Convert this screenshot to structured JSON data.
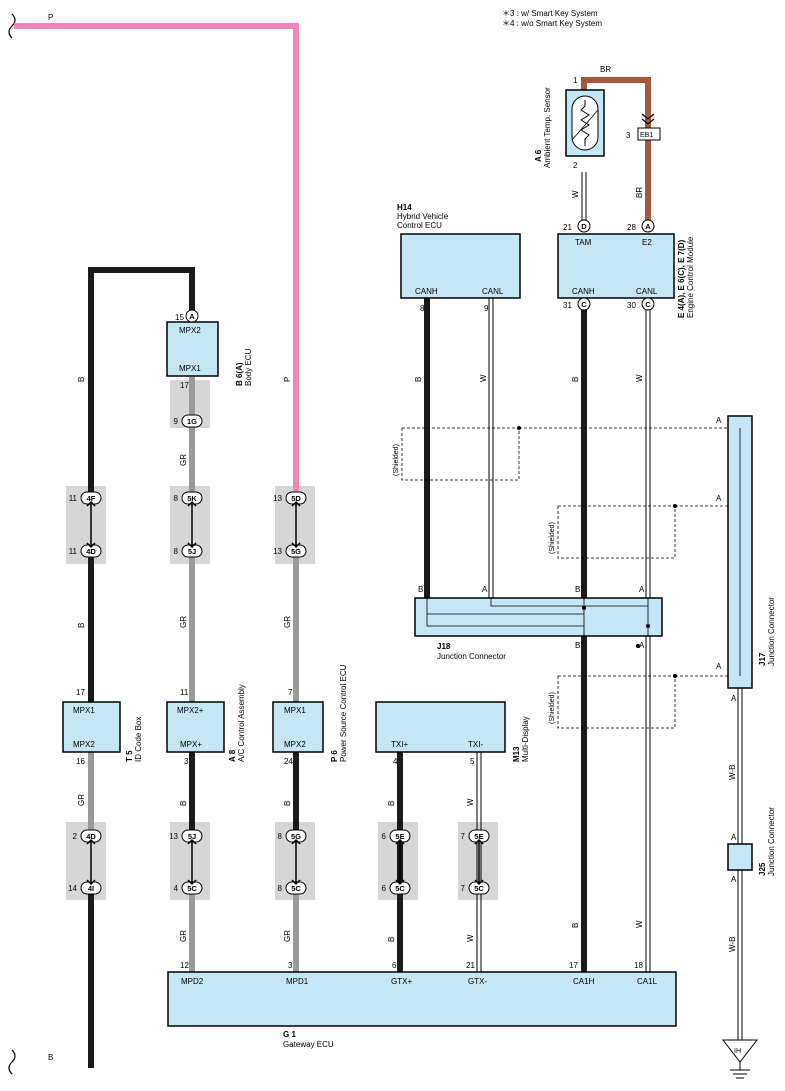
{
  "notes": {
    "note1": "＊3 : w/ Smart Key System",
    "note2": "＊4 : w/o Smart Key System"
  },
  "wire_labels": {
    "p_top": "P",
    "p_mid": "P",
    "b": "B",
    "gr": "GR",
    "w": "W",
    "br": "BR",
    "wb": "W-B",
    "shielded": "(Shielded)"
  },
  "components": {
    "a6": {
      "code": "A 6",
      "name": "Ambient Temp. Sensor",
      "pin1": "1",
      "pin2": "2"
    },
    "eb1": {
      "label": "EB1",
      "pin": "3"
    },
    "h14": {
      "code": "H14",
      "name1": "Hybrid Vehicle",
      "name2": "Control ECU",
      "canh": "CANH",
      "canl": "CANL",
      "pin_canh": "8",
      "pin_canl": "9"
    },
    "e4": {
      "code": "E 4(A), E 6(C), E 7(D)",
      "name": "Engine Control Module",
      "tam": "TAM",
      "e2": "E2",
      "canh": "CANH",
      "canl": "CANL",
      "pin_tam": "21",
      "pin_e2": "28",
      "pin_canh": "31",
      "pin_canl": "30",
      "conn_d": "D",
      "conn_a": "A",
      "conn_c": "C"
    },
    "b6": {
      "code": "B 6(A)",
      "name": "Body ECU",
      "mpx2": "MPX2",
      "mpx1": "MPX1",
      "pin_top": "15",
      "pin_bot": "17",
      "conn": "A"
    },
    "t5": {
      "code": "T 5",
      "name": "ID Code Box",
      "mpx1": "MPX1",
      "mpx2": "MPX2",
      "pin_top": "17",
      "pin_bot": "16"
    },
    "a8": {
      "code": "A 8",
      "name": "A/C Control Assembly",
      "top": "MPX2+",
      "bot": "MPX+",
      "pin_top": "11",
      "pin_bot": "3"
    },
    "p6": {
      "code": "P 6",
      "name": "Power Source Control ECU",
      "mpx1": "MPX1",
      "mpx2": "MPX2",
      "pin_top": "7",
      "pin_bot": "24"
    },
    "m13": {
      "code": "M13",
      "name": "Multi-Display",
      "txip": "TXI+",
      "txim": "TXI-",
      "pin_p": "4",
      "pin_m": "5"
    },
    "j18": {
      "code": "J18",
      "name": "Junction Connector",
      "b1": "B",
      "a1": "A",
      "b2": "B",
      "a2": "A",
      "b3": "B",
      "a3": "A"
    },
    "j17": {
      "code": "J17",
      "name": "Junction Connector",
      "a1": "A",
      "a2": "A",
      "a3": "A",
      "a4": "A"
    },
    "j25": {
      "code": "J25",
      "name": "Junction Connector",
      "a1": "A",
      "a2": "A"
    },
    "g1": {
      "code": "G 1",
      "name": "Gateway ECU",
      "mpd2": "MPD2",
      "mpd1": "MPD1",
      "gtxp": "GTX+",
      "gtxm": "GTX-",
      "ca1h": "CA1H",
      "ca1l": "CA1L",
      "pin_mpd2": "12",
      "pin_mpd1": "3",
      "pin_gtxp": "6",
      "pin_gtxm": "21",
      "pin_ca1h": "17",
      "pin_ca1l": "18"
    },
    "ih": {
      "label": "IH"
    }
  },
  "junctions": {
    "j1g": {
      "id": "1G",
      "pin": "9"
    },
    "j4f": {
      "id": "4F",
      "pin": "11"
    },
    "j4d_top": {
      "id": "4D",
      "pin": "11"
    },
    "j5k": {
      "id": "5K",
      "pin": "8"
    },
    "j5j_top": {
      "id": "5J",
      "pin": "8"
    },
    "j5d": {
      "id": "5D",
      "pin": "13"
    },
    "j5g_top": {
      "id": "5G",
      "pin": "13"
    },
    "j4d_bot": {
      "id": "4D",
      "pin": "2"
    },
    "j4i": {
      "id": "4I",
      "pin": "14"
    },
    "j5j_bot": {
      "id": "5J",
      "pin": "13"
    },
    "j5c_a": {
      "id": "5C",
      "pin": "4"
    },
    "j5g_bot": {
      "id": "5G",
      "pin": "8"
    },
    "j5c_b": {
      "id": "5C",
      "pin": "8"
    },
    "j5e_a": {
      "id": "5E",
      "pin": "6"
    },
    "j5c_c": {
      "id": "5C",
      "pin": "6"
    },
    "j5e_b": {
      "id": "5E",
      "pin": "7"
    },
    "j5c_d": {
      "id": "5C",
      "pin": "7"
    }
  },
  "colors": {
    "ecu_fill": "#c5e6f5",
    "wire_black": "#1b1b1b",
    "wire_gray": "#9a9a9a",
    "wire_pink": "#f086b8",
    "wire_brown": "#a35a3c"
  }
}
